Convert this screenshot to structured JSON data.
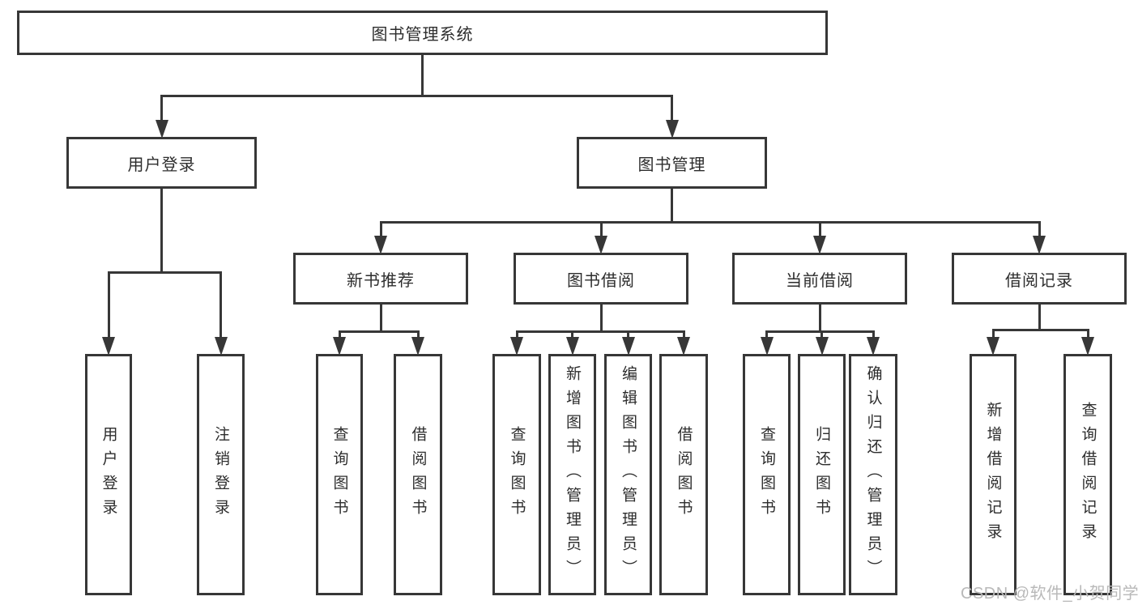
{
  "title": "图书管理系统",
  "watermark": "CSDN @软件_小贺同学",
  "colors": {
    "line": "#373737",
    "text": "#2d2d2d",
    "background": "#ffffff",
    "watermark": "#b9b9b9"
  },
  "diagram": {
    "type": "tree",
    "nodes": [
      {
        "id": "root",
        "label": "图书管理系统",
        "parent": null
      },
      {
        "id": "user-login",
        "label": "用户登录",
        "parent": "root"
      },
      {
        "id": "book-mgmt",
        "label": "图书管理",
        "parent": "root"
      },
      {
        "id": "leaf-login",
        "label": "用户登录",
        "parent": "user-login"
      },
      {
        "id": "leaf-logout",
        "label": "注销登录",
        "parent": "user-login"
      },
      {
        "id": "new-rec",
        "label": "新书推荐",
        "parent": "book-mgmt"
      },
      {
        "id": "book-borrow",
        "label": "图书借阅",
        "parent": "book-mgmt"
      },
      {
        "id": "curr-borrow",
        "label": "当前借阅",
        "parent": "book-mgmt"
      },
      {
        "id": "borrow-rec",
        "label": "借阅记录",
        "parent": "book-mgmt"
      },
      {
        "id": "nr-query",
        "label": "查询图书",
        "parent": "new-rec"
      },
      {
        "id": "nr-borrow",
        "label": "借阅图书",
        "parent": "new-rec"
      },
      {
        "id": "bb-query",
        "label": "查询图书",
        "parent": "book-borrow"
      },
      {
        "id": "bb-add",
        "label": "新增图书（管理员）",
        "parent": "book-borrow"
      },
      {
        "id": "bb-edit",
        "label": "编辑图书（管理员）",
        "parent": "book-borrow"
      },
      {
        "id": "bb-borrow",
        "label": "借阅图书",
        "parent": "book-borrow"
      },
      {
        "id": "cb-query",
        "label": "查询图书",
        "parent": "curr-borrow"
      },
      {
        "id": "cb-return",
        "label": "归还图书",
        "parent": "curr-borrow"
      },
      {
        "id": "cb-confirm",
        "label": "确认归还（管理员）",
        "parent": "curr-borrow"
      },
      {
        "id": "br-add",
        "label": "新增借阅记录",
        "parent": "borrow-rec"
      },
      {
        "id": "br-query",
        "label": "查询借阅记录",
        "parent": "borrow-rec"
      }
    ]
  }
}
